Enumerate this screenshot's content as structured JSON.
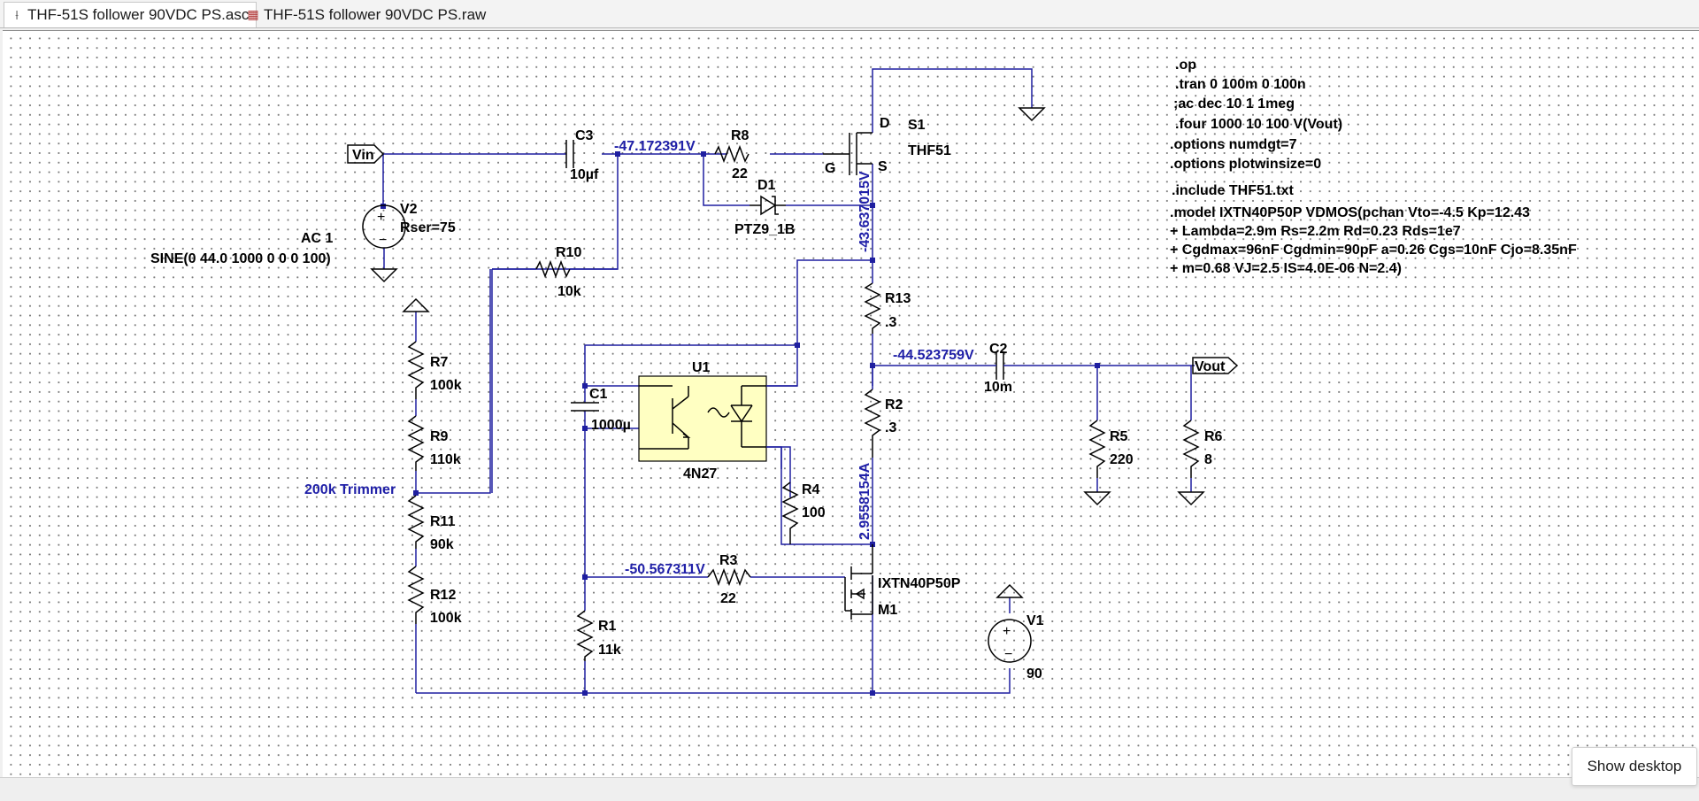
{
  "tabs": [
    {
      "label": "THF-51S follower 90VDC PS.asc",
      "icon": "schematic-icon",
      "active": true
    },
    {
      "label": "THF-51S follower 90VDC PS.raw",
      "icon": "waveform-icon",
      "active": false
    }
  ],
  "show_desktop": "Show desktop",
  "ports": {
    "vin": "Vin",
    "vout": "Vout"
  },
  "components": {
    "C3": {
      "name": "C3",
      "value": "10µf"
    },
    "R8": {
      "name": "R8",
      "value": "22"
    },
    "D1": {
      "name": "D1",
      "value": "PTZ9_1B"
    },
    "S1": {
      "name": "S1",
      "value": "THF51",
      "pins": {
        "d": "D",
        "g": "G",
        "s": "S"
      }
    },
    "V2": {
      "name": "V2",
      "value": "Rser=75",
      "ac": "AC 1",
      "sine": "SINE(0 44.0 1000 0 0 0 100)"
    },
    "R10": {
      "name": "R10",
      "value": "10k"
    },
    "R13": {
      "name": "R13",
      "value": ".3"
    },
    "C2": {
      "name": "C2",
      "value": "10m"
    },
    "R5": {
      "name": "R5",
      "value": "220"
    },
    "R6": {
      "name": "R6",
      "value": "8"
    },
    "R2": {
      "name": "R2",
      "value": ".3"
    },
    "U1": {
      "name": "U1",
      "value": "4N27"
    },
    "C1": {
      "name": "C1",
      "value": "1000µ"
    },
    "R4": {
      "name": "R4",
      "value": "100"
    },
    "R7": {
      "name": "R7",
      "value": "100k"
    },
    "R9": {
      "name": "R9",
      "value": "110k"
    },
    "R11": {
      "name": "R11",
      "value": "90k"
    },
    "R12": {
      "name": "R12",
      "value": "100k"
    },
    "R3": {
      "name": "R3",
      "value": "22"
    },
    "M1": {
      "name": "M1",
      "value": "IXTN40P50P"
    },
    "R1": {
      "name": "R1",
      "value": "11k"
    },
    "V1": {
      "name": "V1",
      "value": "90"
    }
  },
  "annotations": {
    "v_node1": "-47.172391V",
    "v_source": "-43.637015V",
    "v_out": "-44.523759V",
    "i_r2": "2.9558154A",
    "v_gate": "-50.567311V",
    "trimmer": "200k Trimmer"
  },
  "directives": [
    ".op",
    ".tran 0 100m 0 100n",
    ";ac dec 10 1 1meg",
    ".four 1000 10 100 V(Vout)",
    ".options numdgt=7",
    ".options plotwinsize=0",
    ".include THF51.txt",
    ".model IXTN40P50P VDMOS(pchan Vto=-4.5 Kp=12.43",
    "+ Lambda=2.9m Rs=2.2m Rd=0.23 Rds=1e7",
    "+ Cgdmax=96nF Cgdmin=90pF a=0.26 Cgs=10nF Cjo=8.35nF",
    "+ m=0.68 VJ=2.5 IS=4.0E-06 N=2.4)"
  ]
}
